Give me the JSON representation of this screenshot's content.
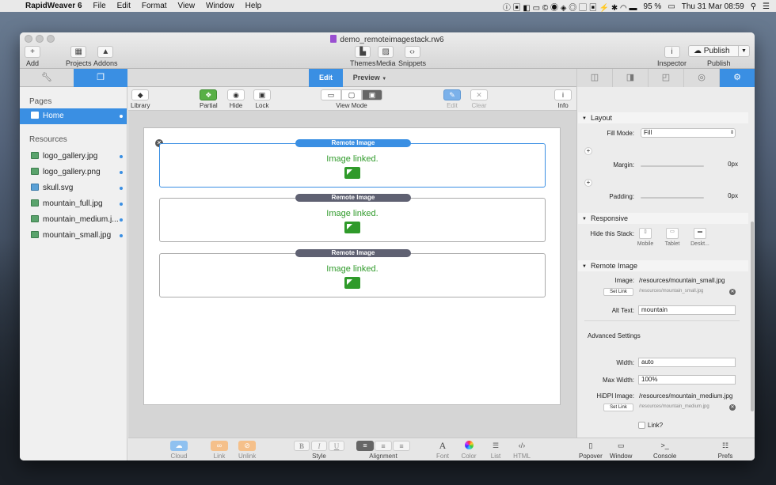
{
  "menubar": {
    "apple": "",
    "app": "RapidWeaver 6",
    "items": [
      "File",
      "Edit",
      "Format",
      "View",
      "Window",
      "Help"
    ],
    "clock": "Thu 31 Mar  08:59",
    "battery": "95 %"
  },
  "window": {
    "title": "demo_remoteimagestack.rw6"
  },
  "toolbar": {
    "add": "Add",
    "projects": "Projects",
    "addons": "Addons",
    "themes": "Themes",
    "media": "Media",
    "snippets": "Snippets",
    "inspector": "Inspector",
    "publish": "Publish",
    "publish_btn": "Publish"
  },
  "mode_tabs": {
    "edit": "Edit",
    "preview": "Preview"
  },
  "sidebar": {
    "pages_header": "Pages",
    "pages": [
      {
        "label": "Home"
      }
    ],
    "resources_header": "Resources",
    "resources": [
      {
        "label": "logo_gallery.jpg"
      },
      {
        "label": "logo_gallery.png"
      },
      {
        "label": "skull.svg"
      },
      {
        "label": "mountain_full.jpg"
      },
      {
        "label": "mountain_medium.j..."
      },
      {
        "label": "mountain_small.jpg"
      }
    ]
  },
  "editor_toolbar": {
    "library": "Library",
    "partial": "Partial",
    "hide": "Hide",
    "lock": "Lock",
    "view_mode": "View Mode",
    "edit": "Edit",
    "clear": "Clear",
    "info": "Info"
  },
  "stacks": [
    {
      "label": "Remote Image",
      "text": "Image linked."
    },
    {
      "label": "Remote Image",
      "text": "Image linked."
    },
    {
      "label": "Remote Image",
      "text": "Image linked."
    }
  ],
  "bottom_toolbar": {
    "cloud": "Cloud",
    "link": "Link",
    "unlink": "Unlink",
    "style": "Style",
    "alignment": "Alignment",
    "font": "Font",
    "color": "Color",
    "list": "List",
    "html": "HTML"
  },
  "inspector": {
    "layout": {
      "header": "Layout",
      "fill_mode_label": "Fill Mode:",
      "fill_mode": "Fill",
      "margin_label": "Margin:",
      "margin": "0px",
      "padding_label": "Padding:",
      "padding": "0px"
    },
    "responsive": {
      "header": "Responsive",
      "hide_label": "Hide this Stack:",
      "mobile": "Mobile",
      "tablet": "Tablet",
      "desktop": "Deskt..."
    },
    "remote_image": {
      "header": "Remote Image",
      "image_label": "Image:",
      "image_value": "/resources/mountain_small.jpg",
      "set_link": "Set Link",
      "image_link": "/resources/mountain_small.jpg",
      "alt_label": "Alt Text:",
      "alt_value": "mountain",
      "advanced": "Advanced Settings",
      "width_label": "Width:",
      "width_value": "auto",
      "maxwidth_label": "Max Width:",
      "maxwidth_value": "100%",
      "hidpi_label": "HiDPI Image:",
      "hidpi_value": "/resources/mountain_medium.jpg",
      "set_link2": "Set Link",
      "hidpi_link": "/resources/mountain_medium.jpg",
      "link_label": "Link?"
    }
  },
  "inspector_bottom": {
    "popover": "Popover",
    "window": "Window",
    "console": "Console",
    "prefs": "Prefs"
  }
}
